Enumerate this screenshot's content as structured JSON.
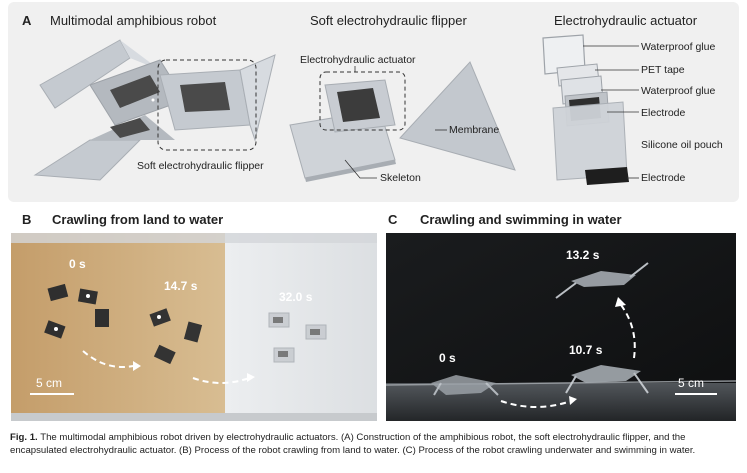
{
  "panel_a": {
    "label": "A",
    "titles": {
      "robot": "Multimodal amphibious robot",
      "flipper": "Soft electrohydraulic flipper",
      "actuator": "Electrohydraulic actuator"
    },
    "robot_callout": "Soft electrohydraulic flipper",
    "flipper_callouts": {
      "actuator": "Electrohydraulic actuator",
      "membrane": "Membrane",
      "skeleton": "Skeleton"
    },
    "actuator_layers": [
      "Waterproof glue",
      "PET tape",
      "Waterproof glue",
      "Electrode",
      "Silicone oil pouch",
      "Electrode"
    ]
  },
  "panel_b": {
    "label": "B",
    "title": "Crawling from land to water",
    "times": [
      "0 s",
      "14.7 s",
      "32.0 s"
    ],
    "scale": "5 cm"
  },
  "panel_c": {
    "label": "C",
    "title": "Crawling and swimming in water",
    "times": [
      "13.2 s",
      "10.7 s",
      "0 s"
    ],
    "scale": "5 cm"
  },
  "caption": {
    "label": "Fig. 1.",
    "text": "The multimodal amphibious robot driven by electrohydraulic actuators. (A) Construction of the amphibious robot, the soft electrohydraulic flipper, and the encapsulated electrohydraulic actuator. (B) Process of the robot crawling from land to water. (C) Process of the robot crawling underwater and swimming in water."
  },
  "colors": {
    "panel_bg": "#f0f0f0",
    "flipper_gray": "#b9bec4",
    "electrode_dark": "#3a3a3a",
    "land_tan": "#c9a777",
    "water_white": "#e8eaec",
    "water_dark": "#141618"
  }
}
